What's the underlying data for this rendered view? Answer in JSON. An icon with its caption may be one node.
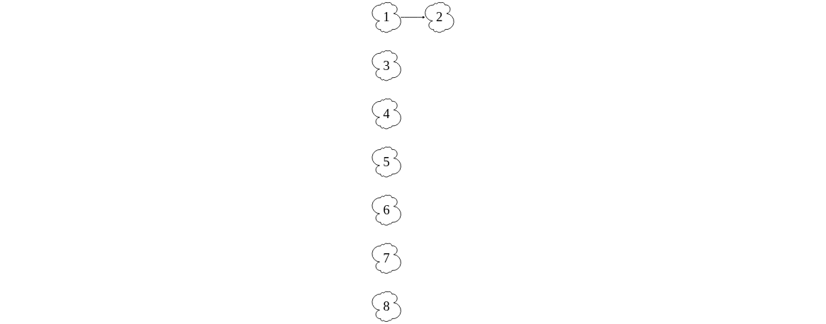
{
  "diagram": {
    "nodes": [
      {
        "text": [
          "1"
        ]
      },
      {
        "text": [
          "2"
        ]
      },
      {
        "text": [
          "3"
        ]
      },
      {
        "text": [
          "4"
        ]
      },
      {
        "text": [
          "5"
        ]
      },
      {
        "text": [
          "6"
        ]
      },
      {
        "text": [
          "7"
        ]
      },
      {
        "text": [
          "8"
        ]
      }
    ],
    "edges": [
      {
        "from": 0,
        "to": 1,
        "arrow": "to"
      }
    ]
  }
}
